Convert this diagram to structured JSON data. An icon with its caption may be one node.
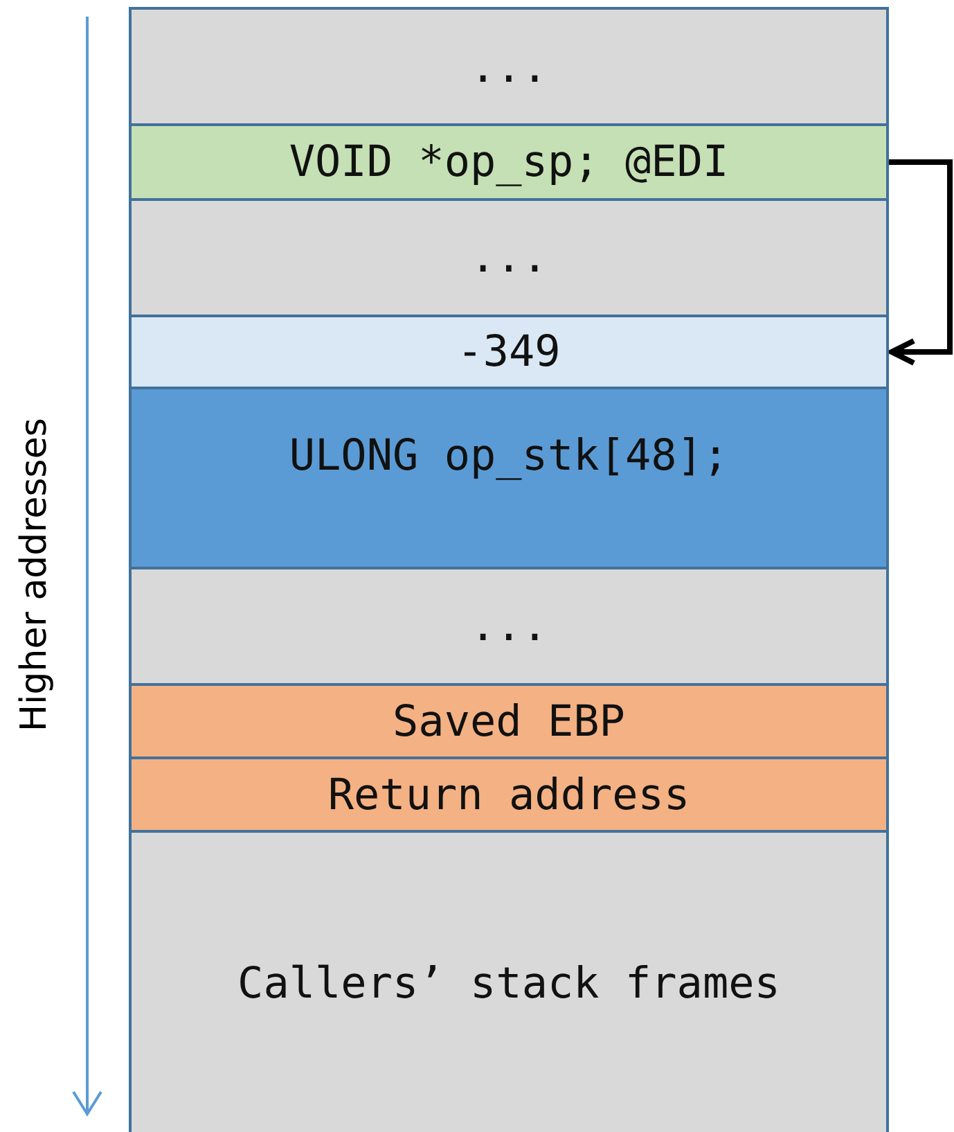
{
  "diagram": {
    "nodes": [
      {
        "text": [
          "..."
        ]
      },
      {
        "text": [
          "VOID *op_sp; @EDI"
        ]
      },
      {
        "text": [
          "..."
        ]
      },
      {
        "text": [
          "-349"
        ]
      },
      {
        "text": [
          "ULONG op_stk[48];"
        ]
      },
      {
        "text": [
          "..."
        ]
      },
      {
        "text": [
          "Saved EBP"
        ]
      },
      {
        "text": [
          "Return address"
        ]
      },
      {
        "text": [
          "Callers’ stack frames"
        ]
      }
    ],
    "edges": [
      {
        "from": 1,
        "to": 3,
        "arrow": "to"
      }
    ],
    "labels": [
      "Higher addresses"
    ]
  }
}
